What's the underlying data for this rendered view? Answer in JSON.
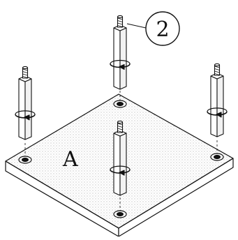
{
  "diagram": {
    "board_label": "A",
    "callout_number": "2",
    "stroke_color": "#111111",
    "background_color": "#ffffff",
    "standoff_count": 4
  }
}
